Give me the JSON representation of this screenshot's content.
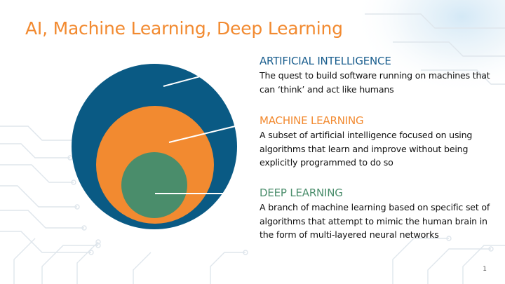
{
  "title": "AI, Machine Learning, Deep Learning",
  "colors": {
    "title": "#f28a30",
    "ai": "#0a5a84",
    "ml": "#f28a30",
    "dl": "#4a8d6b",
    "ai_heading": "#1a5e8e",
    "ml_heading": "#f28a30",
    "dl_heading": "#4a8d6b"
  },
  "sections": [
    {
      "heading": "ARTIFICIAL INTELLIGENCE",
      "description": "The quest to build software running on machines that can ‘think’ and act like humans"
    },
    {
      "heading": "MACHINE LEARNING",
      "description": "A subset of artificial intelligence focused on using algorithms that learn and improve without being explicitly programmed to do so"
    },
    {
      "heading": "DEEP LEARNING",
      "description": "A branch of machine learning based on specific set of algorithms that attempt to mimic the human brain in the form of multi-layered neural networks"
    }
  ],
  "slide_number": "1"
}
